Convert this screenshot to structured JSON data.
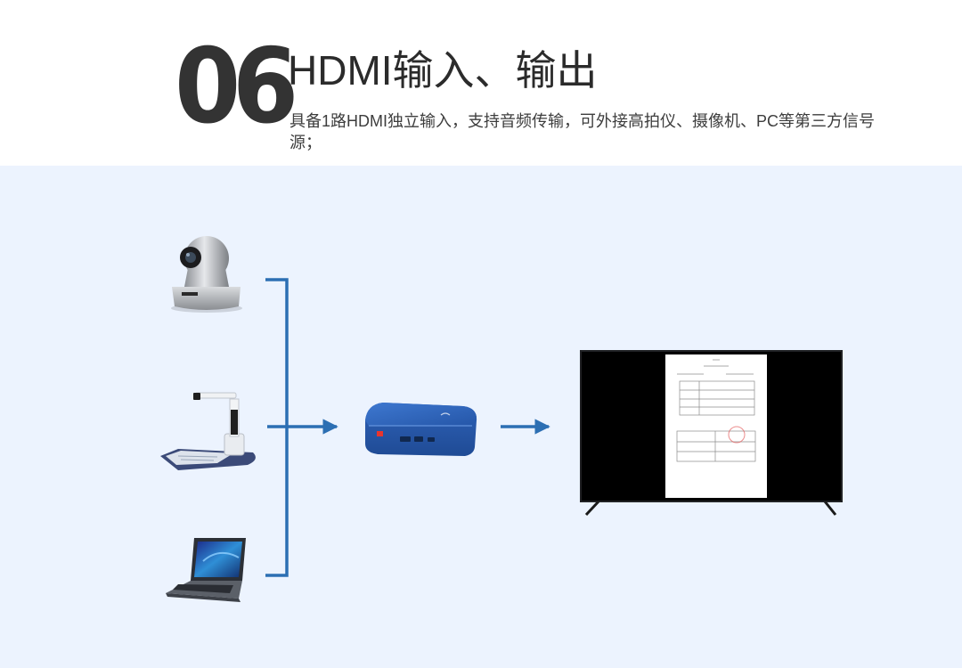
{
  "header": {
    "number": "06",
    "title": "HDMI输入、输出",
    "description": "具备1路HDMI独立输入，支持音频传输，可外接高拍仪、摄像机、PC等第三方信号源；"
  },
  "diagram": {
    "sources": [
      "camera-icon",
      "document-camera-icon",
      "laptop-icon"
    ],
    "device": "encoder-box-icon",
    "output": "television-icon",
    "colors": {
      "connector": "#2c6fb3",
      "panel": "#ecf3fe",
      "box": "#2f62b8",
      "title": "#2b2b2b"
    }
  }
}
